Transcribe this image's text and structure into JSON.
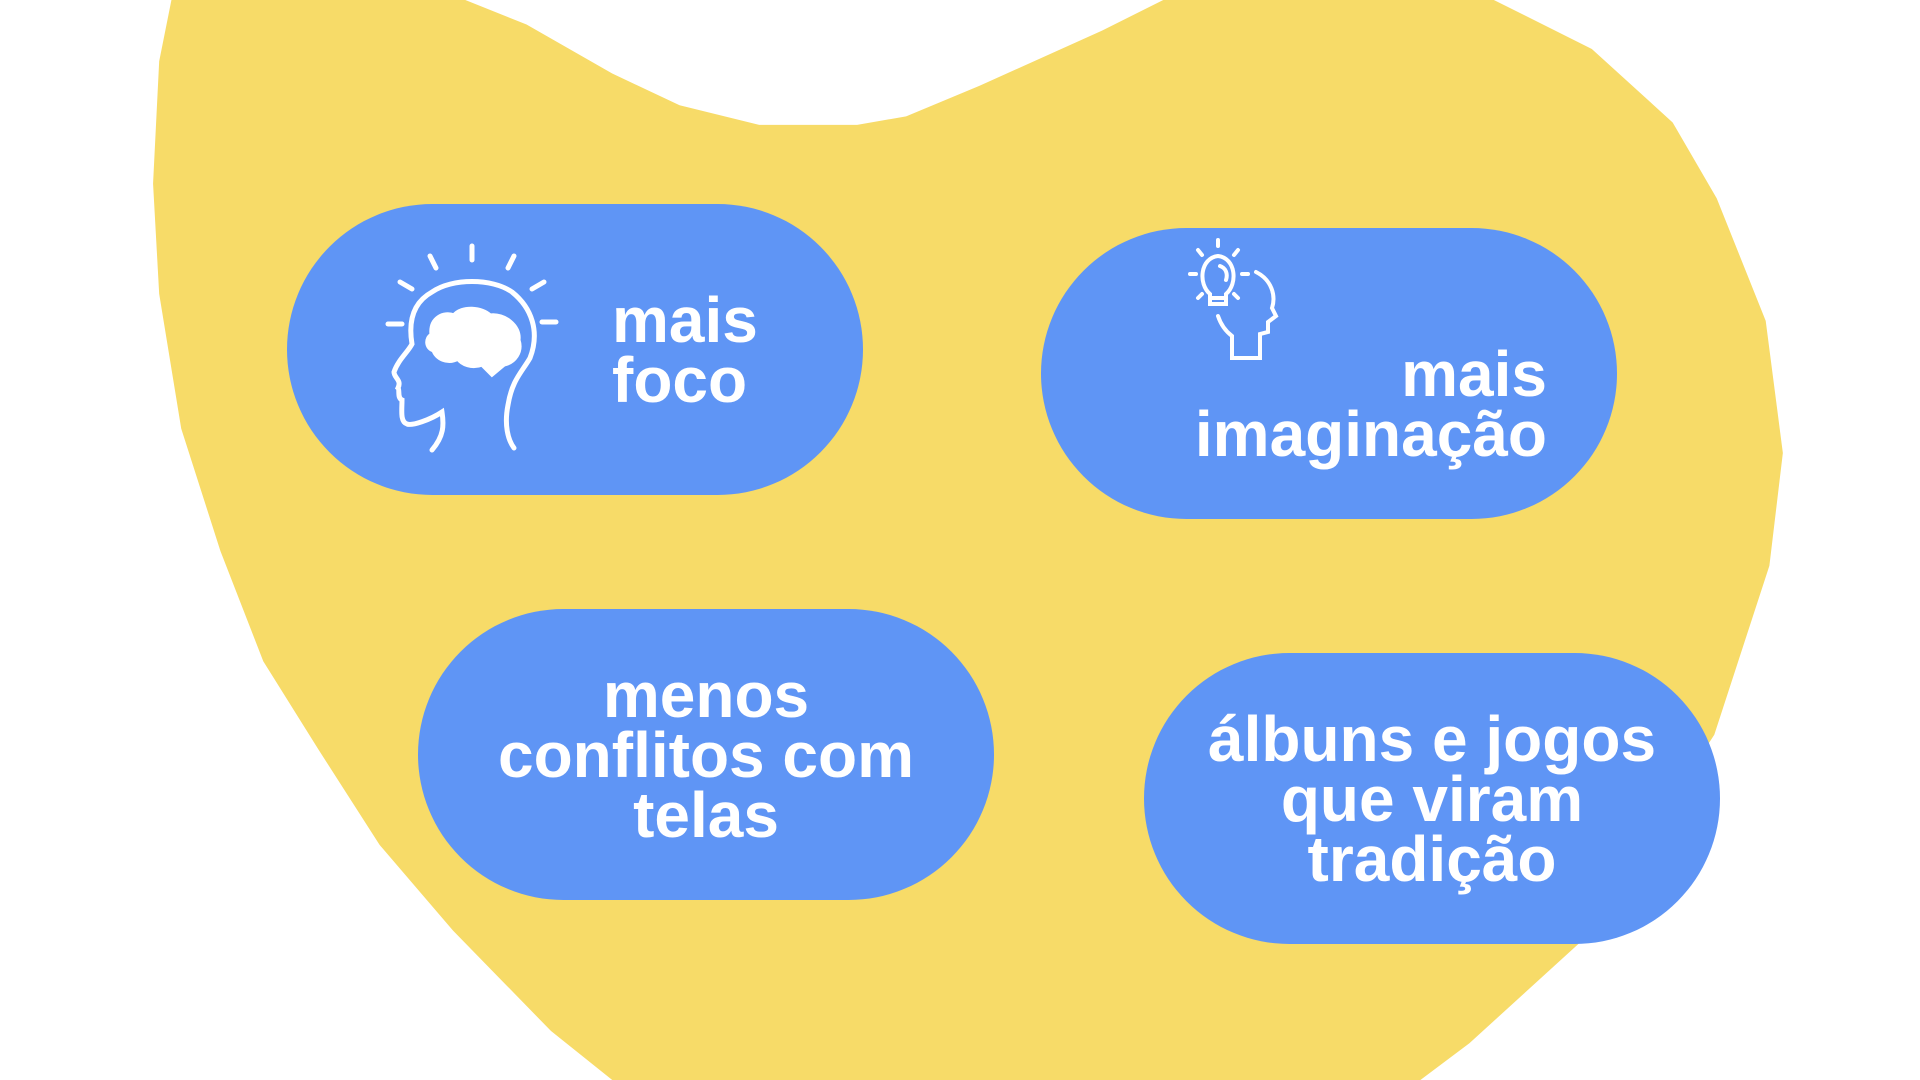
{
  "colors": {
    "background": "#FFFFFF",
    "blob": "#F7DB68",
    "pill": "#5F95F5",
    "text": "#FFFFFF"
  },
  "cards": [
    {
      "icon": "brain-head-icon",
      "line1": "mais",
      "line2": "foco"
    },
    {
      "icon": "lightbulb-head-icon",
      "line1": "mais",
      "line2": "imaginação"
    },
    {
      "line1": "menos",
      "line2": "conflitos com",
      "line3": "telas"
    },
    {
      "line1": "álbuns e jogos",
      "line2": "que viram",
      "line3": "tradição"
    }
  ]
}
